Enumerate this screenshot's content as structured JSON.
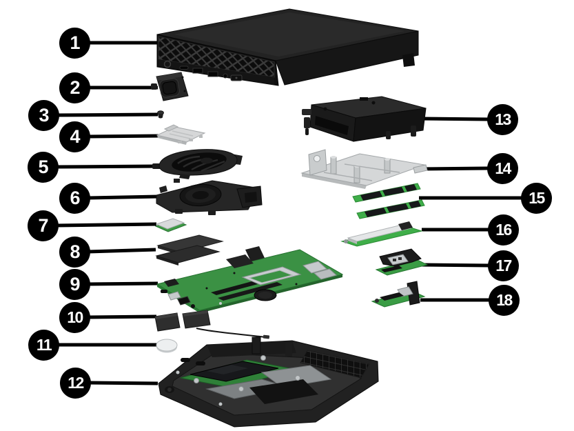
{
  "figure": {
    "type": "exploded-parts-diagram",
    "background_color": "#ffffff",
    "callout_bg_color": "#000000",
    "callout_text_color": "#ffffff",
    "leader_line_color": "#000000",
    "pcb_green_color": "#3b9144",
    "metal_silver_color": "#d5d7d8",
    "part_black_color": "#222222",
    "callout_count": "18"
  },
  "callouts": [
    {
      "label": "1"
    },
    {
      "label": "2"
    },
    {
      "label": "3"
    },
    {
      "label": "4"
    },
    {
      "label": "5"
    },
    {
      "label": "6"
    },
    {
      "label": "7"
    },
    {
      "label": "8"
    },
    {
      "label": "9"
    },
    {
      "label": "10"
    },
    {
      "label": "11"
    },
    {
      "label": "12"
    },
    {
      "label": "13"
    },
    {
      "label": "14"
    },
    {
      "label": "15"
    },
    {
      "label": "16"
    },
    {
      "label": "17"
    },
    {
      "label": "18"
    }
  ]
}
